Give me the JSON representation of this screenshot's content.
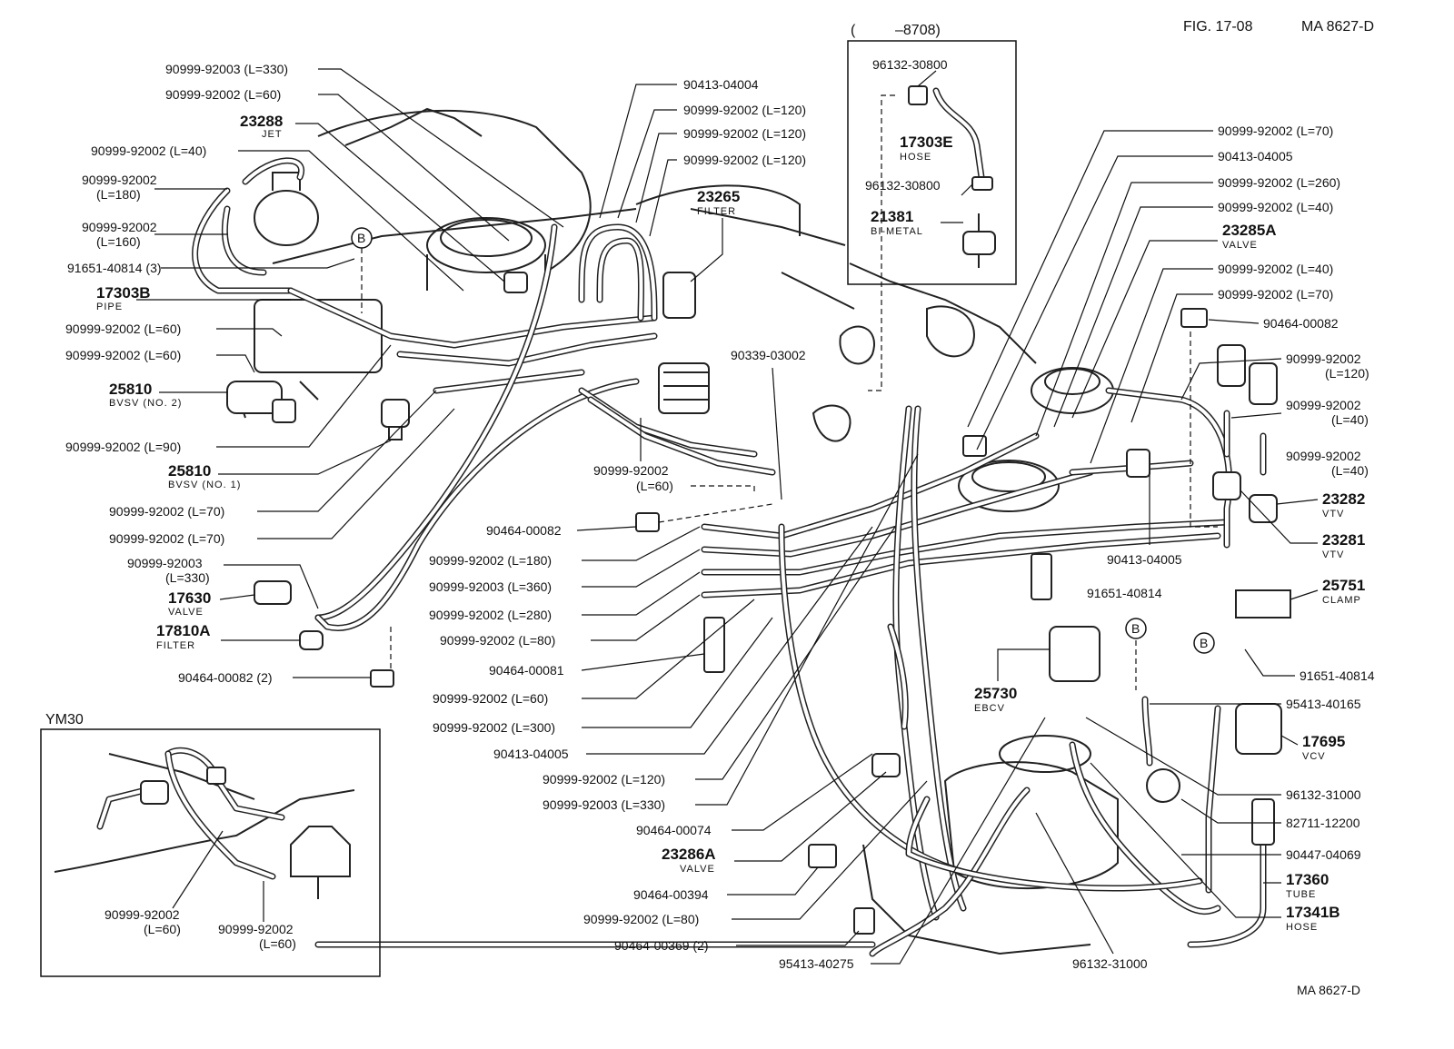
{
  "header": {
    "fig": "FIG. 17-08",
    "code_top": "MA  8627-D",
    "code_bottom": "MA  8627-D"
  },
  "inset_8708": {
    "title_open": "(",
    "title_range": "–8708)",
    "labels": [
      "96132-30800",
      "17303E",
      "HOSE",
      "96132-30800",
      "21381",
      "BI-METAL"
    ]
  },
  "inset_ym30": {
    "title": "YM30",
    "labels": [
      "90999-92002",
      "(L=60)",
      "90999-92002",
      "(L=60)"
    ]
  },
  "left_labels": [
    "90999-92003 (L=330)",
    "90999-92002 (L=60)",
    "23288",
    "JET",
    "90999-92002 (L=40)",
    "90999-92002",
    "(L=180)",
    "90999-92002",
    "(L=160)",
    "91651-40814 (3)",
    "17303B",
    "PIPE",
    "90999-92002 (L=60)",
    "90999-92002 (L=60)",
    "25810",
    "BVSV (NO. 2)",
    "90999-92002 (L=90)",
    "25810",
    "BVSV (NO. 1)",
    "90999-92002 (L=70)",
    "90999-92002 (L=70)",
    "90999-92003",
    "(L=330)",
    "17630",
    "VALVE",
    "17810A",
    "FILTER",
    "90464-00082 (2)"
  ],
  "top_center_labels": [
    "90413-04004",
    "90999-92002 (L=120)",
    "90999-92002 (L=120)",
    "90999-92002 (L=120)",
    "23265",
    "FILTER",
    "90339-03002",
    "90999-92002",
    "(L=60)"
  ],
  "center_labels": [
    "90464-00082",
    "90999-92002 (L=180)",
    "90999-92003 (L=360)",
    "90999-92002 (L=280)",
    "90999-92002 (L=80)",
    "90464-00081",
    "90999-92002 (L=60)",
    "90999-92002 (L=300)",
    "90413-04005",
    "90999-92002 (L=120)",
    "90999-92003 (L=330)",
    "90464-00074",
    "23286A",
    "VALVE",
    "90464-00394",
    "90999-92002 (L=80)",
    "90464-00369 (2)",
    "95413-40275",
    "96132-31000"
  ],
  "right_labels": [
    "90999-92002 (L=70)",
    "90413-04005",
    "90999-92002 (L=260)",
    "90999-92002 (L=40)",
    "23285A",
    "VALVE",
    "90999-92002 (L=40)",
    "90999-92002 (L=70)",
    "90464-00082",
    "90999-92002",
    "(L=120)",
    "90999-92002",
    "(L=40)",
    "90999-92002",
    "(L=40)",
    "23282",
    "VTV",
    "23281",
    "VTV",
    "90413-04005",
    "91651-40814",
    "25751",
    "CLAMP",
    "91651-40814",
    "25730",
    "EBCV",
    "95413-40165",
    "17695",
    "VCV",
    "96132-31000",
    "82711-12200",
    "90447-04069",
    "17360",
    "TUBE",
    "17341B",
    "HOSE"
  ],
  "callouts": [
    "B",
    "B",
    "B"
  ]
}
